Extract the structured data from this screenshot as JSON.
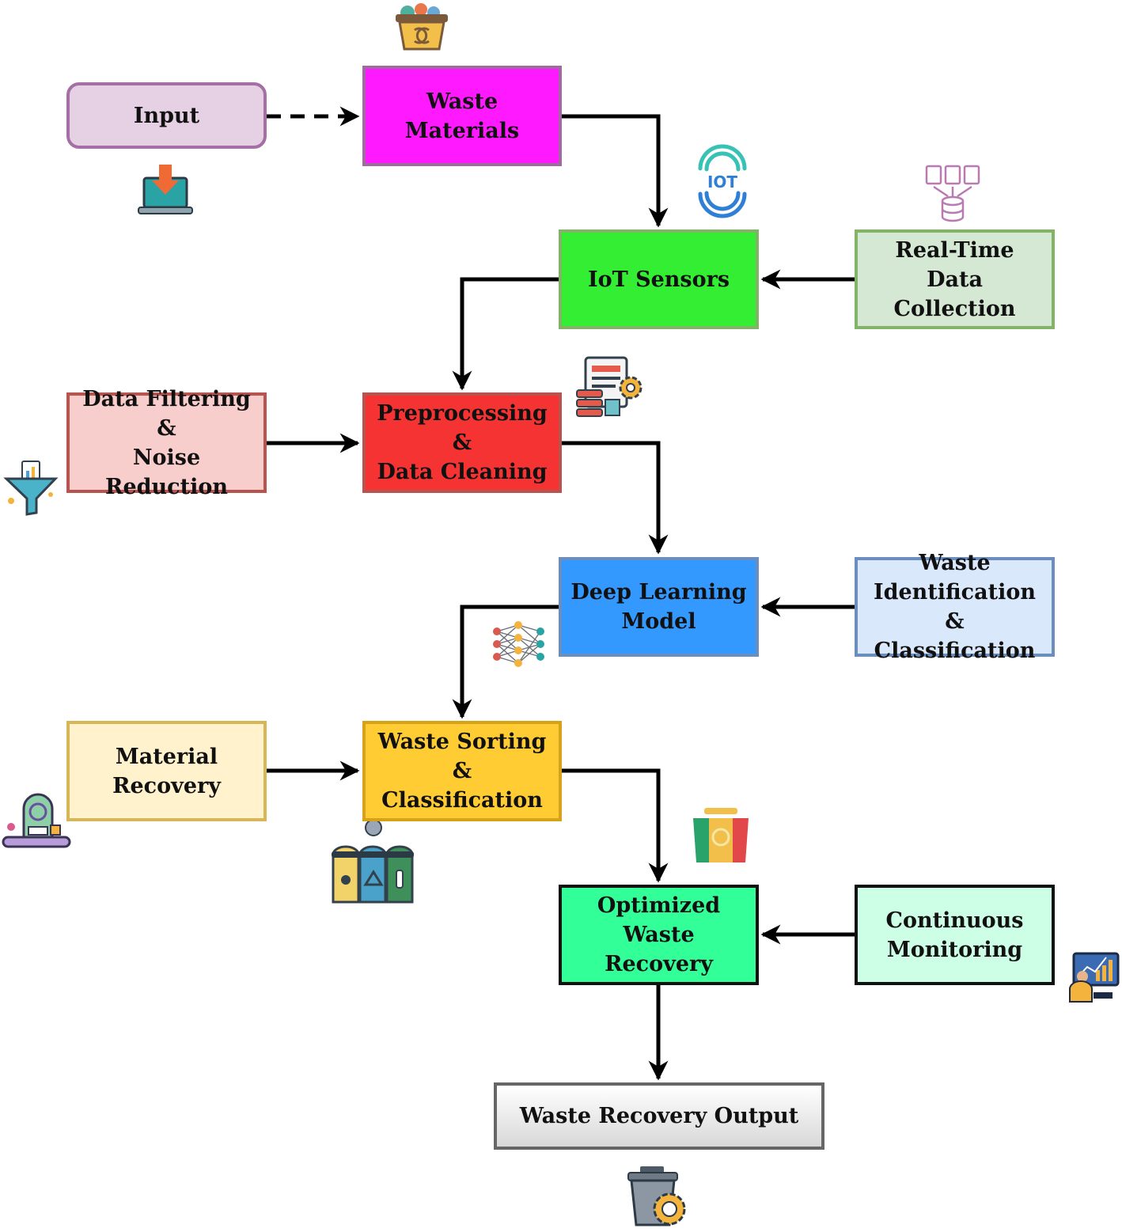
{
  "nodes": {
    "input": {
      "label": "Input",
      "fill": "#e6d0e3",
      "border": "#a46fa4"
    },
    "waste_materials": {
      "label": "Waste Materials",
      "fill": "#ff19ff",
      "border": "#9f6a9f"
    },
    "iot_sensors": {
      "label": "IoT Sensors",
      "fill": "#33ee33",
      "border": "#82b366"
    },
    "real_time_data": {
      "label": "Real-Time Data\nCollection",
      "fill": "#d5e8d4",
      "border": "#82b366"
    },
    "preprocessing": {
      "label": "Preprocessing &\nData Cleaning",
      "fill": "#f53333",
      "border": "#b85450"
    },
    "data_filtering": {
      "label": "Data Filtering &\nNoise Reduction",
      "fill": "#f8cecc",
      "border": "#b85450"
    },
    "deep_learning": {
      "label": "Deep Learning\nModel",
      "fill": "#3399ff",
      "border": "#6c8ebf"
    },
    "waste_identification": {
      "label": "Waste\nIdentification &\nClassification",
      "fill": "#dae8fc",
      "border": "#6c8ebf"
    },
    "waste_sorting": {
      "label": "Waste Sorting &\nClassification",
      "fill": "#ffcc33",
      "border": "#d6a21a"
    },
    "material_recovery": {
      "label": "Material\nRecovery",
      "fill": "#fff2cc",
      "border": "#d6b656"
    },
    "optimized_recovery": {
      "label": "Optimized Waste\nRecovery",
      "fill": "#33ff99",
      "border": "#111111"
    },
    "continuous_monitoring": {
      "label": "Continuous\nMonitoring",
      "fill": "#ccffe6",
      "border": "#111111"
    },
    "output": {
      "label": "Waste Recovery Output",
      "fill": "#e8e8e8",
      "border": "#666666"
    }
  },
  "edges": [
    {
      "from": "input",
      "to": "waste_materials",
      "style": "dashed"
    },
    {
      "from": "waste_materials",
      "to": "iot_sensors",
      "style": "solid"
    },
    {
      "from": "real_time_data",
      "to": "iot_sensors",
      "style": "solid"
    },
    {
      "from": "iot_sensors",
      "to": "preprocessing",
      "style": "solid"
    },
    {
      "from": "data_filtering",
      "to": "preprocessing",
      "style": "solid"
    },
    {
      "from": "preprocessing",
      "to": "deep_learning",
      "style": "solid"
    },
    {
      "from": "waste_identification",
      "to": "deep_learning",
      "style": "solid"
    },
    {
      "from": "deep_learning",
      "to": "waste_sorting",
      "style": "solid"
    },
    {
      "from": "material_recovery",
      "to": "waste_sorting",
      "style": "solid"
    },
    {
      "from": "waste_sorting",
      "to": "optimized_recovery",
      "style": "solid"
    },
    {
      "from": "continuous_monitoring",
      "to": "optimized_recovery",
      "style": "solid"
    },
    {
      "from": "optimized_recovery",
      "to": "output",
      "style": "solid"
    }
  ],
  "icons": {
    "waste_bin": "recycle-bin-icon",
    "laptop": "laptop-download-icon",
    "iot": "iot-wifi-icon",
    "database": "database-docs-icon",
    "document_gear": "document-gear-icon",
    "funnel": "data-funnel-icon",
    "neural_net": "neural-network-icon",
    "conveyor": "recycling-conveyor-icon",
    "sorting_bins": "sorting-bins-icon",
    "recycle_bin_color": "color-recycle-bin-icon",
    "monitoring": "monitoring-chart-icon",
    "trash_gear": "trash-gear-icon"
  }
}
